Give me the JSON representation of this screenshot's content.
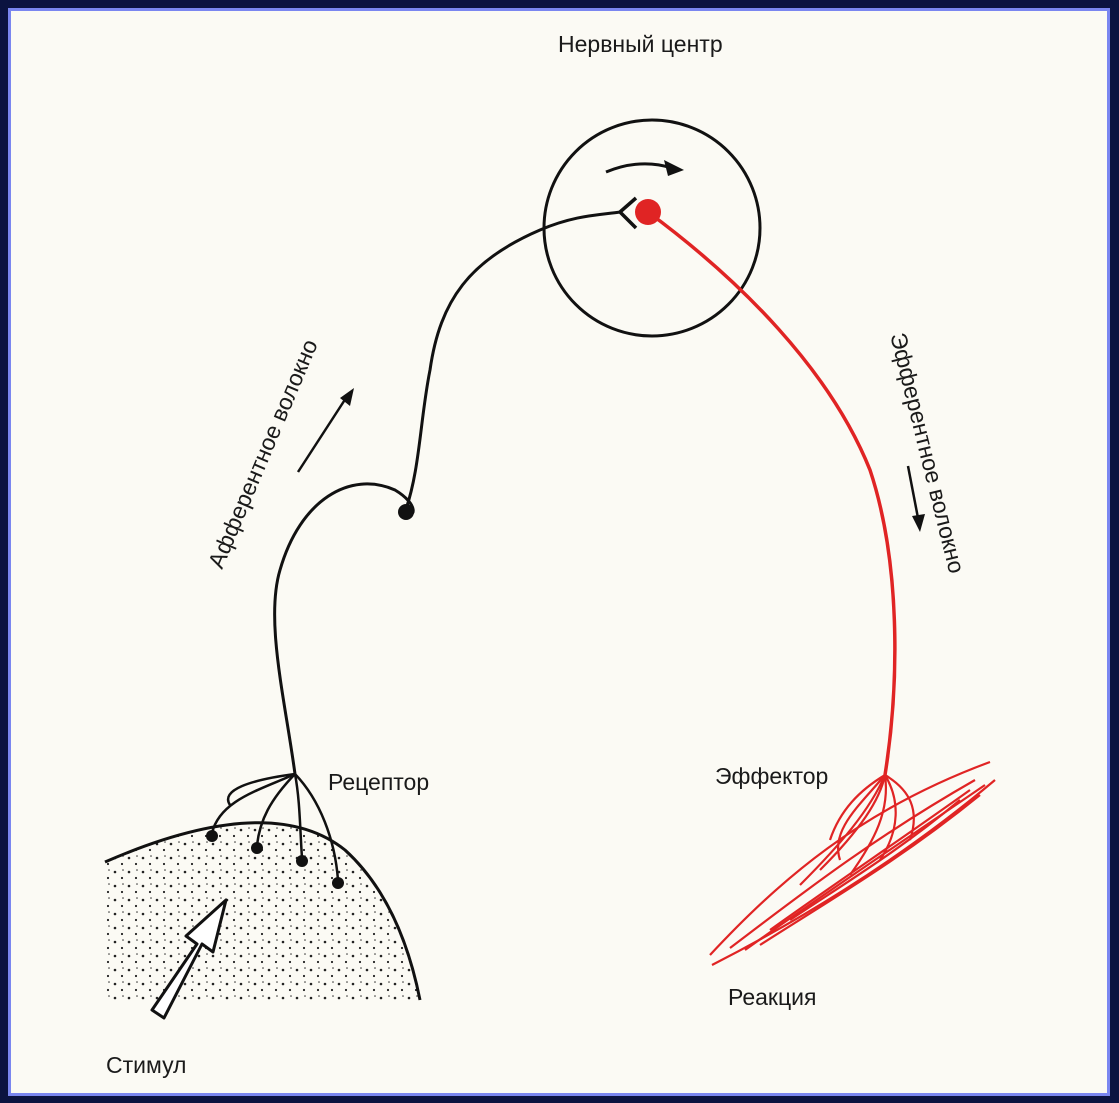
{
  "labels": {
    "nerve_center": "Нервный центр",
    "afferent_fiber": "Афферентное волокно",
    "efferent_fiber": "Эфферентное волокно",
    "receptor": "Рецептор",
    "effector": "Эффектор",
    "reaction": "Реакция",
    "stimulus": "Стимул"
  },
  "colors": {
    "afferent": "#111111",
    "efferent": "#e02424",
    "frame_border": "#7a86f0",
    "background": "#fbfaf4"
  }
}
